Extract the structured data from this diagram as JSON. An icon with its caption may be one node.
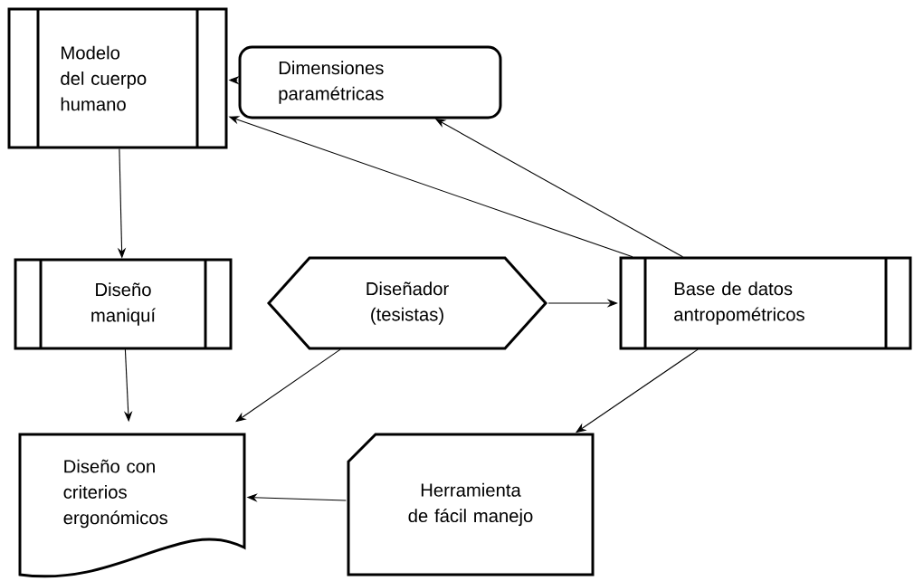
{
  "diagram": {
    "nodes": [
      {
        "text": [
          "Modelo del cuerpo humano"
        ]
      },
      {
        "text": [
          "Dimensiones paramétricas"
        ]
      },
      {
        "text": [
          "Diseño maniquí"
        ]
      },
      {
        "text": [
          "Diseñador (tesistas)"
        ]
      },
      {
        "text": [
          "Base de datos antropométricos"
        ]
      },
      {
        "text": [
          "Diseño con criterios ergonómicos"
        ]
      },
      {
        "text": [
          "Herramienta de fácil manejo"
        ]
      }
    ],
    "edges": [
      {
        "from": 1,
        "to": 0,
        "arrow": "to"
      },
      {
        "from": 4,
        "to": 1,
        "arrow": "to"
      },
      {
        "from": 4,
        "to": 0,
        "arrow": "to"
      },
      {
        "from": 0,
        "to": 2,
        "arrow": "to"
      },
      {
        "from": 3,
        "to": 4,
        "arrow": "to"
      },
      {
        "from": 2,
        "to": 5,
        "arrow": "to"
      },
      {
        "from": 3,
        "to": 5,
        "arrow": "to"
      },
      {
        "from": 4,
        "to": 6,
        "arrow": "to"
      },
      {
        "from": 6,
        "to": 5,
        "arrow": "to"
      }
    ]
  }
}
